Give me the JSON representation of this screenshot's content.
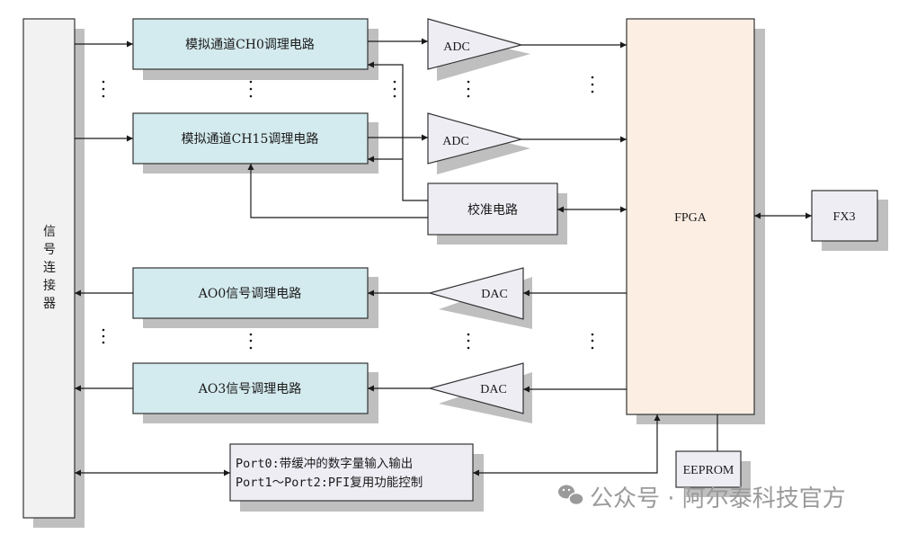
{
  "diagram": {
    "connector": {
      "label_chars": [
        "信",
        "号",
        "连",
        "接",
        "器"
      ]
    },
    "analog_inputs": [
      {
        "label": "模拟通道CH0调理电路"
      },
      {
        "label": "模拟通道CH15调理电路"
      }
    ],
    "adcs": [
      {
        "label": "ADC"
      },
      {
        "label": "ADC"
      }
    ],
    "calibration": {
      "label": "校准电路"
    },
    "fpga": {
      "label": "FPGA"
    },
    "fx3": {
      "label": "FX3"
    },
    "analog_outputs": [
      {
        "label": "AO0信号调理电路"
      },
      {
        "label": "AO3信号调理电路"
      }
    ],
    "dacs": [
      {
        "label": "DAC"
      },
      {
        "label": "DAC"
      }
    ],
    "digital_io": {
      "line1": "Port0:带缓冲的数字量输入输出",
      "line2": "Port1～Port2:PFI复用功能控制"
    },
    "eeprom": {
      "label": "EEPROM"
    },
    "ellipsis": "⋮",
    "colors": {
      "connector_fill": "#f2f2f2",
      "channel_fill": "#d3eaee",
      "converter_fill": "#efedf4",
      "fpga_fill": "#fdeee3",
      "shadow": "#bfbfbf",
      "line": "#1a1a1a"
    }
  },
  "watermark": {
    "icon": "wechat-icon",
    "text": "公众号 · 阿尔泰科技官方"
  }
}
